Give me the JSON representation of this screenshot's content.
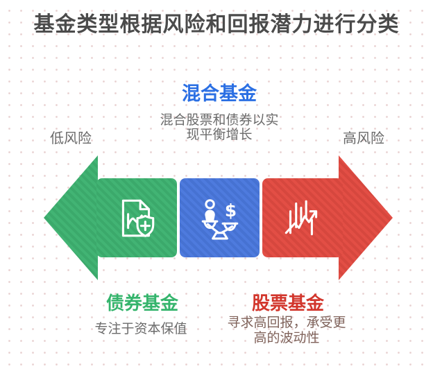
{
  "page": {
    "title": "基金类型根据风险和回报潜力进行分类"
  },
  "axis": {
    "low_label": "低风险",
    "high_label": "高风险"
  },
  "funds": {
    "bond": {
      "name": "债券基金",
      "description": "专注于资本保值",
      "icon": "document-shield-icon",
      "box_color": "#3eb271",
      "title_color": "#35b46c"
    },
    "hybrid": {
      "name": "混合基金",
      "description": "混合股票和债券以实现平衡增长",
      "icon": "balance-scale-icon",
      "box_color": "#4a78dd",
      "title_color": "#2b6fe3"
    },
    "stock": {
      "name": "股票基金",
      "description": "寻求高回报，承受更高的波动性",
      "icon": "candlestick-chart-icon",
      "box_color": "#e24b41",
      "title_color": "#d2362c"
    }
  },
  "colors": {
    "heading_gray": "#4b4b4b",
    "body_gray": "#6b6b6b",
    "low_risk_arrow_green": "#3eb271",
    "high_risk_arrow_red": "#e24b41",
    "background": "#ffffff"
  }
}
